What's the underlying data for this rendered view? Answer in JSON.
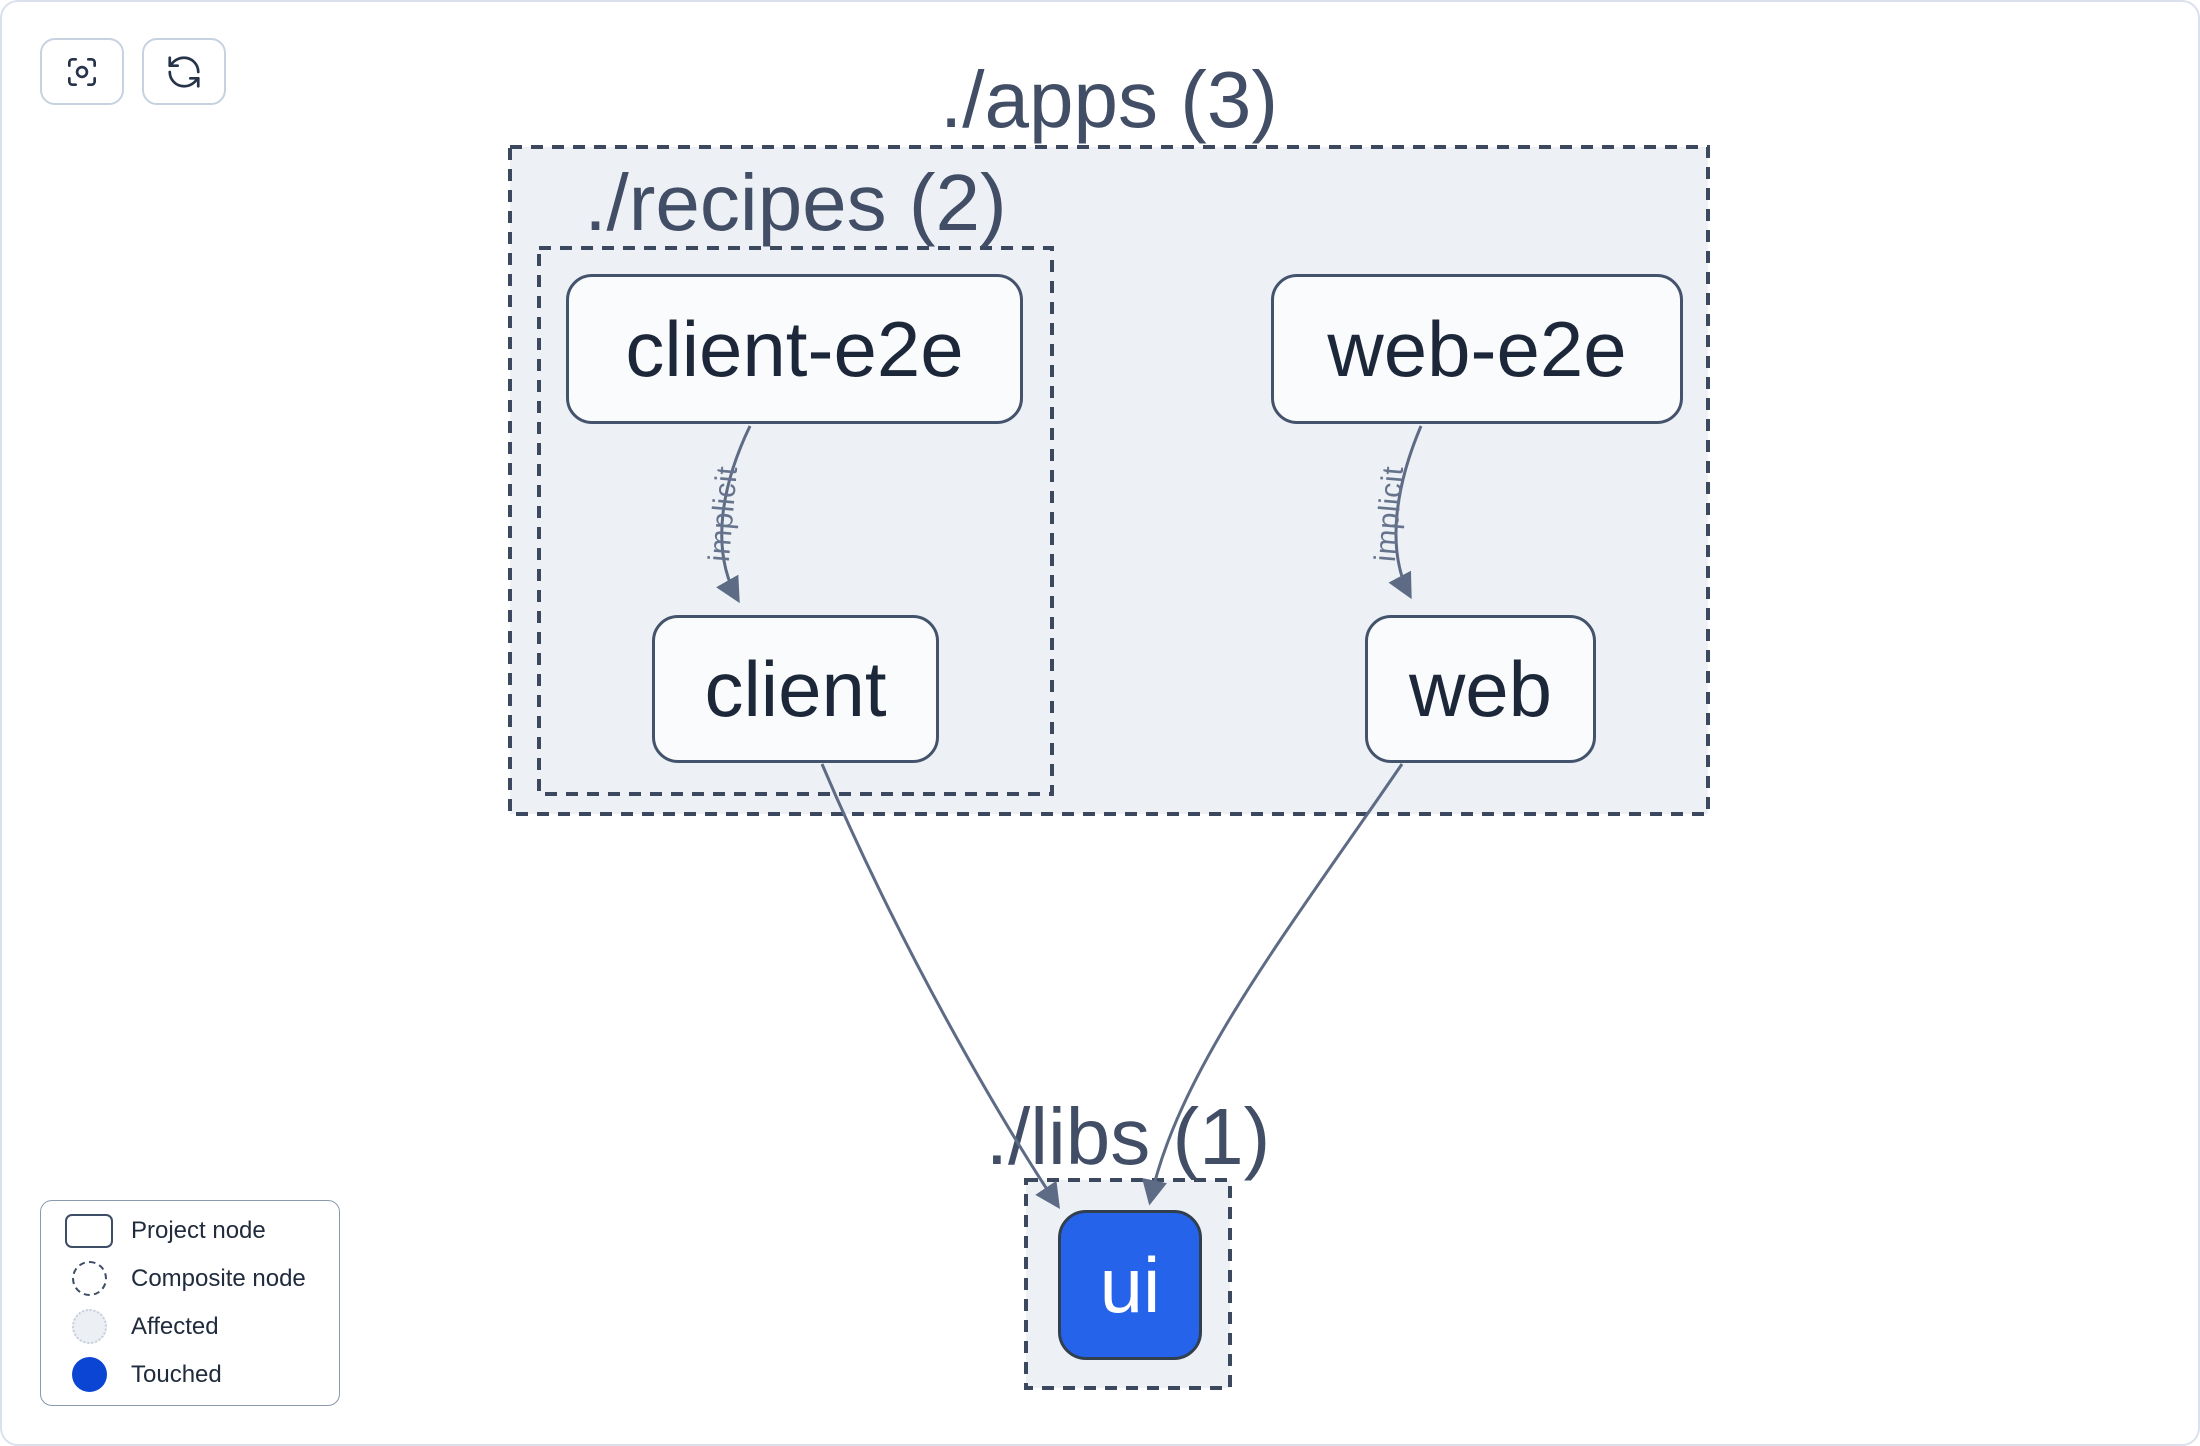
{
  "toolbar": {
    "buttons": [
      {
        "name": "center-view",
        "icon": "focus-icon"
      },
      {
        "name": "refresh",
        "icon": "refresh-icon"
      }
    ]
  },
  "graph": {
    "groups": [
      {
        "id": "apps",
        "label": "./apps (3)"
      },
      {
        "id": "recipes",
        "label": "./recipes (2)"
      },
      {
        "id": "libs",
        "label": "./libs (1)"
      }
    ],
    "nodes": [
      {
        "id": "client-e2e",
        "label": "client-e2e",
        "state": "default"
      },
      {
        "id": "web-e2e",
        "label": "web-e2e",
        "state": "default"
      },
      {
        "id": "client",
        "label": "client",
        "state": "default"
      },
      {
        "id": "web",
        "label": "web",
        "state": "default"
      },
      {
        "id": "ui",
        "label": "ui",
        "state": "touched"
      }
    ],
    "edges": [
      {
        "from": "client-e2e",
        "to": "client",
        "label": "implicit"
      },
      {
        "from": "web-e2e",
        "to": "web",
        "label": "implicit"
      },
      {
        "from": "client",
        "to": "ui",
        "label": ""
      },
      {
        "from": "web",
        "to": "ui",
        "label": ""
      }
    ]
  },
  "legend": {
    "items": [
      {
        "label": "Project node",
        "swatch": "project"
      },
      {
        "label": "Composite node",
        "swatch": "composite"
      },
      {
        "label": "Affected",
        "swatch": "affected"
      },
      {
        "label": "Touched",
        "swatch": "touched"
      }
    ]
  },
  "colors": {
    "touched_swatch": "#0b45d4",
    "touched_node_fill": "#2563eb",
    "node_fill": "#fafbfd",
    "node_border": "#44536c",
    "group_fill": "#edf0f5",
    "group_dash": "#3b485e",
    "edge": "#5d6b85",
    "label": "#414e66"
  }
}
